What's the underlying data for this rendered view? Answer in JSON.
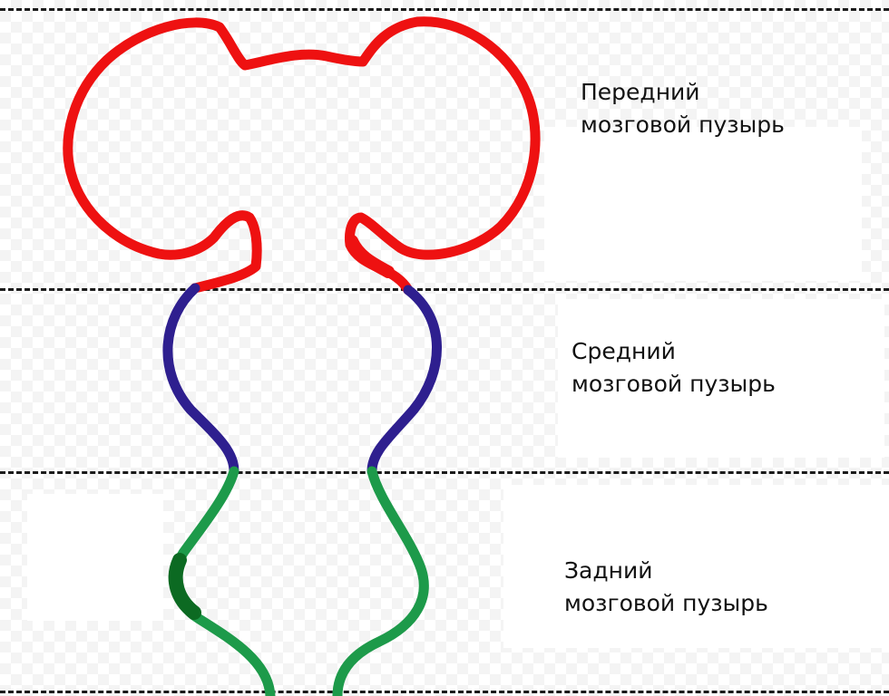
{
  "colors": {
    "forebrain": "#ee1111",
    "midbrain": "#2e1f8f",
    "hindbrain": "#1d9a4a",
    "hindbrain_dark": "#0c6a22",
    "divider": "#1a1a1a"
  },
  "vesicles": [
    {
      "line1": "Передний",
      "line2": "мозговой пузырь"
    },
    {
      "line1": "Средний",
      "line2": "мозговой пузырь"
    },
    {
      "line1": "Задний",
      "line2": "мозговой пузырь"
    }
  ]
}
